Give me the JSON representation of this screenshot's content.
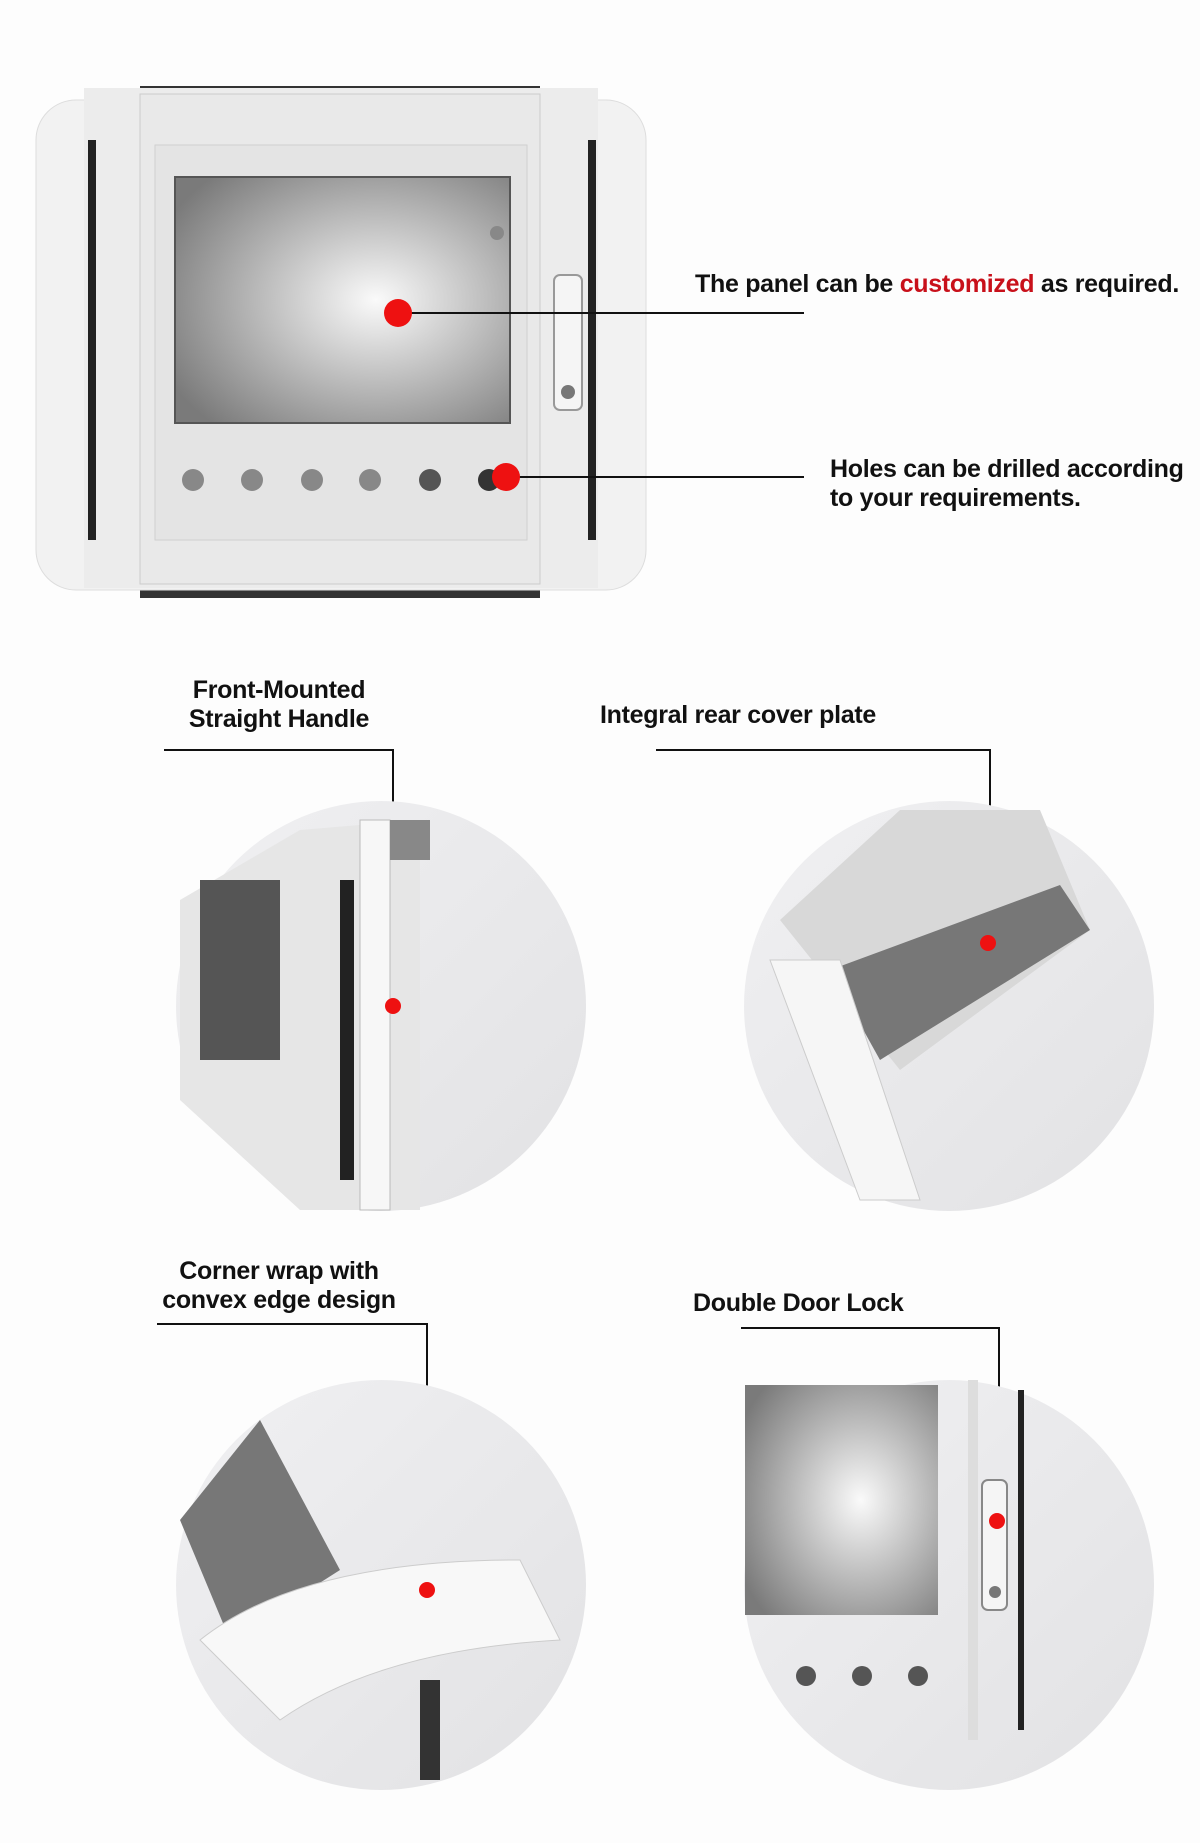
{
  "callouts": {
    "panel": {
      "before": "The panel can be ",
      "highlight": "customized",
      "after": " as required."
    },
    "holes": {
      "line1": "Holes can be drilled according",
      "line2": "to your requirements."
    }
  },
  "features": [
    {
      "line1": "Front-Mounted",
      "line2": "Straight Handle"
    },
    {
      "line1": "Integral rear cover plate"
    },
    {
      "line1": "Corner wrap with",
      "line2": "convex edge design"
    },
    {
      "line1": "Double Door Lock"
    }
  ],
  "colors": {
    "accent": "#c8101a",
    "marker": "#ee1111"
  }
}
